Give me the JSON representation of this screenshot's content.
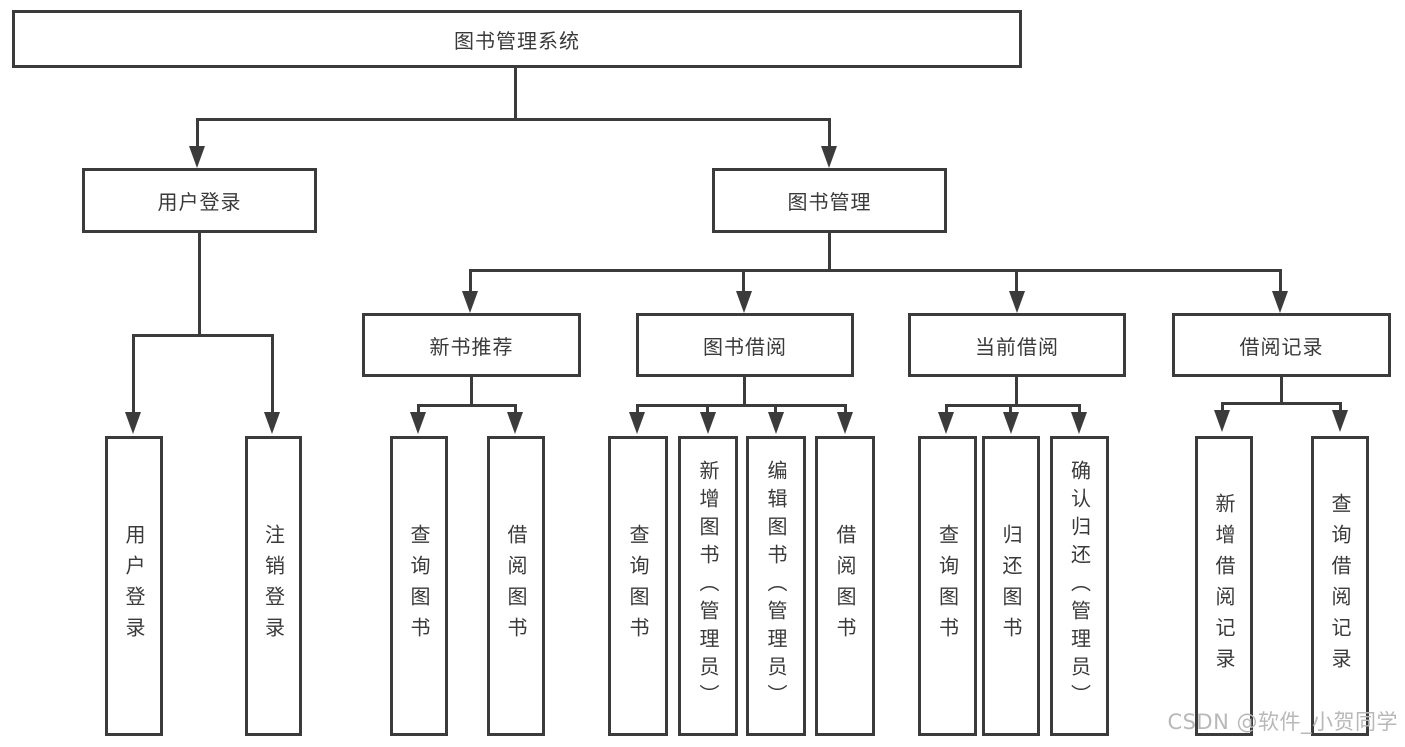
{
  "root": {
    "label": "图书管理系统"
  },
  "branches": [
    {
      "label": "用户登录",
      "children": [
        {
          "label": "用户登录"
        },
        {
          "label": "注销登录"
        }
      ]
    },
    {
      "label": "图书管理",
      "children": [
        {
          "label": "新书推荐",
          "children": [
            {
              "label": "查询图书"
            },
            {
              "label": "借阅图书"
            }
          ]
        },
        {
          "label": "图书借阅",
          "children": [
            {
              "label": "查询图书"
            },
            {
              "label": "新增图书（管理员）"
            },
            {
              "label": "编辑图书（管理员）"
            },
            {
              "label": "借阅图书"
            }
          ]
        },
        {
          "label": "当前借阅",
          "children": [
            {
              "label": "查询图书"
            },
            {
              "label": "归还图书"
            },
            {
              "label": "确认归还（管理员）"
            }
          ]
        },
        {
          "label": "借阅记录",
          "children": [
            {
              "label": "新增借阅记录"
            },
            {
              "label": "查询借阅记录"
            }
          ]
        }
      ]
    }
  ],
  "watermark": {
    "text": "CSDN @软件_小贺同学"
  },
  "colors": {
    "line": "#3b3b3b",
    "text": "#3a3a3a",
    "background": "#ffffff",
    "watermark": "#b8b8b8"
  }
}
